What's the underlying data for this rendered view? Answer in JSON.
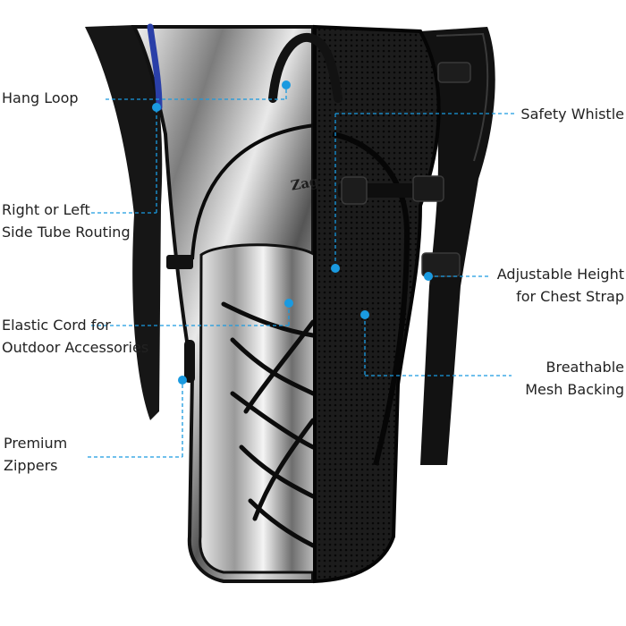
{
  "colors": {
    "accent": "#1a9ae0",
    "bag_black": "#141414",
    "bag_silver": "#c4c4c4",
    "label_text": "#222222"
  },
  "brand_mark": "Zag",
  "callouts": {
    "hang_loop": "Hang Loop",
    "tube_routing": [
      "Right or Left",
      "Side Tube Routing"
    ],
    "elastic_cord": [
      "Elastic Cord for",
      "Outdoor Accessories"
    ],
    "zippers": [
      "Premium",
      "Zippers"
    ],
    "safety_whistle": "Safety Whistle",
    "chest_strap": [
      "Adjustable Height",
      "for Chest Strap"
    ],
    "mesh_backing": [
      "Breathable",
      "Mesh Backing"
    ]
  }
}
